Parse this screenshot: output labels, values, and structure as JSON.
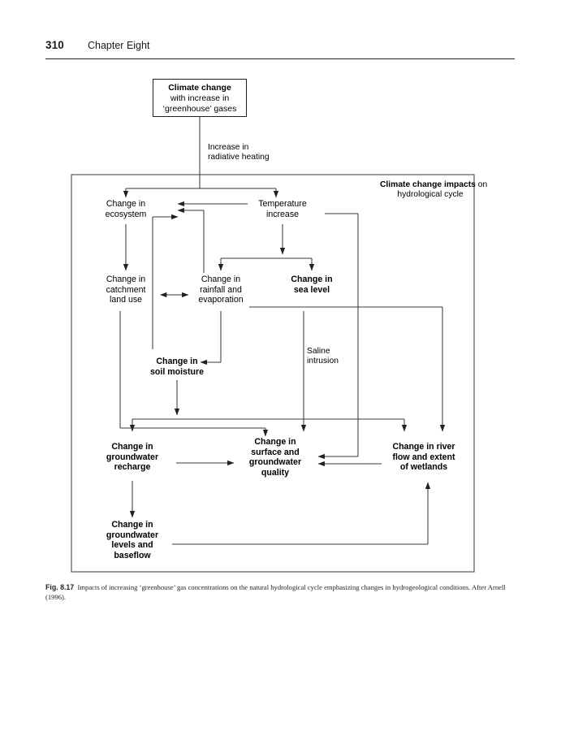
{
  "page": {
    "folio": "310",
    "chapter_title": "Chapter Eight"
  },
  "figure": {
    "top_box": {
      "line1": "Climate change",
      "line2": "with increase in",
      "line3": "‘greenhouse’ gases"
    },
    "frame_label": {
      "strong": "Climate change impacts",
      "rest": " on",
      "line2": "hydrological cycle"
    },
    "nodes": [
      {
        "id": "ecosystem",
        "line1": "Change in",
        "line2": "ecosystem",
        "line3": "",
        "line4": "",
        "bold": false
      },
      {
        "id": "temperature",
        "line1": "Temperature",
        "line2": "increase",
        "line3": "",
        "line4": "",
        "bold": false
      },
      {
        "id": "catchment",
        "line1": "Change in",
        "line2": "catchment",
        "line3": "land use",
        "line4": "",
        "bold": false
      },
      {
        "id": "rainfall",
        "line1": "Change in",
        "line2": "rainfall and",
        "line3": "evaporation",
        "line4": "",
        "bold": false
      },
      {
        "id": "sea-level",
        "line1": "Change in",
        "line2": "sea level",
        "line3": "",
        "line4": "",
        "bold": true
      },
      {
        "id": "soil-moisture",
        "line1": "Change in",
        "line2": "soil moisture",
        "line3": "",
        "line4": "",
        "bold": true
      },
      {
        "id": "gw-recharge",
        "line1": "Change in",
        "line2": "groundwater",
        "line3": "recharge",
        "line4": "",
        "bold": true
      },
      {
        "id": "water-quality",
        "line1": "Change in",
        "line2": "surface and",
        "line3": "groundwater",
        "line4": "quality",
        "bold": true
      },
      {
        "id": "river-flow",
        "line1": "Change in river",
        "line2": "flow and extent",
        "line3": "of wetlands",
        "line4": "",
        "bold": true
      },
      {
        "id": "gw-levels",
        "line1": "Change in",
        "line2": "groundwater",
        "line3": "levels and",
        "line4": "baseflow",
        "bold": true
      }
    ],
    "edge_labels": [
      {
        "id": "radiative",
        "line1": "Increase in",
        "line2": "radiative heating"
      },
      {
        "id": "saline",
        "line1": "Saline",
        "line2": "intrusion"
      }
    ]
  },
  "caption": {
    "label": "Fig. 8.17",
    "text": "Impacts of increasing ‘greenhouse’ gas concentrations on the natural hydrological cycle emphasizing changes in hydrogeological conditions. After Arnell (1996)."
  },
  "colors": {
    "ink": "#231f20",
    "line": "#3a3a3a",
    "background": "#ffffff"
  }
}
